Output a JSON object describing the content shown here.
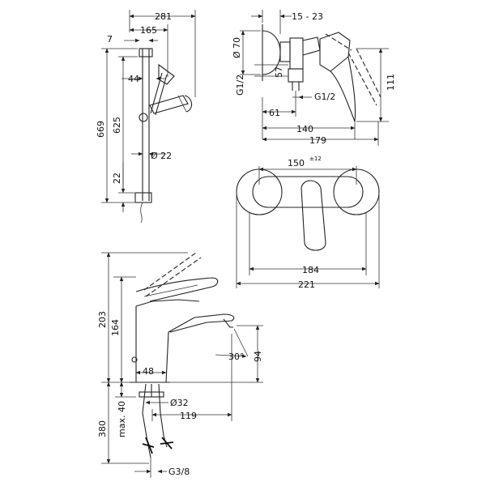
{
  "shower_set": {
    "dim_281": "281",
    "dim_165": "165",
    "dim_7": "7",
    "dim_44": "44",
    "dim_669": "669",
    "dim_625": "625",
    "dim_22_side": "22",
    "dim_22_dia": "Ø 22"
  },
  "wall_mixer_side": {
    "dim_15_23": "15 - 23",
    "dim_70": "Ø 70",
    "dim_g12_left": "G1/2",
    "dim_57": "57",
    "dim_61": "61",
    "dim_g12_right": "G1/2",
    "dim_111": "111",
    "dim_140": "140",
    "dim_179": "179"
  },
  "wall_mixer_front": {
    "dim_150": "150",
    "dim_150_tol": "±12",
    "dim_184": "184",
    "dim_221": "221"
  },
  "basin_mixer": {
    "dim_203": "203",
    "dim_164": "164",
    "dim_48": "48",
    "dim_30": "30°",
    "dim_94": "94",
    "dim_32": "Ø32",
    "dim_119": "119",
    "dim_max40": "max. 40",
    "dim_380": "380",
    "dim_g38": "G3/8"
  }
}
